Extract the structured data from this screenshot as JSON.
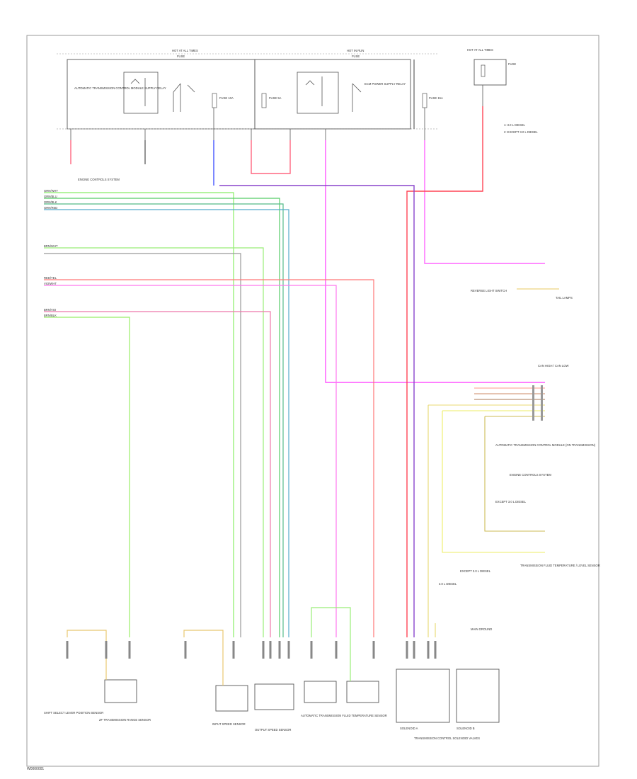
{
  "diagram": {
    "footer_code": "W0000001",
    "fuse_box_1": {
      "title": "HOT AT ALL TIMES",
      "subtitle": "FUSE"
    },
    "fuse_box_2": {
      "title": "HOT IN RUN",
      "subtitle": "FUSE"
    },
    "fuse_box_3": {
      "title": "HOT AT ALL TIMES",
      "subtitle": "FUSE"
    },
    "legend": [
      "1: 3.0 L DIESEL",
      "2: EXCEPT 3.0 L DIESEL"
    ],
    "top_labels": {
      "engine_controls": "ENGINE CONTROLS SYSTEM",
      "relay_a": "AUTOMATIC TRANSMISSION CONTROL MODULE SUPPLY RELAY",
      "relay_b": "ECM POWER SUPPLY RELAY",
      "fuse_a": "FUSE 10A",
      "fuse_b": "FUSE 5A",
      "fuse_c": "FUSE 15A"
    },
    "left_wires": [
      "GRN/WHT",
      "GRN/BLU",
      "GRN/BLK",
      "GRN/RED",
      "BRN/WHT",
      "RED/YEL",
      "VIO/WHT",
      "BRN/VIO",
      "BRN/BLK"
    ],
    "right_labels": {
      "tail_lamp": "TAIL LAMPS",
      "reverse_fuse": "REVERSE LIGHT SWITCH",
      "can_note": "CAN HIGH / CAN LOW",
      "module_note": "AUTOMATIC TRANSMISSION CONTROL MODULE (ON TRANSMISSION)",
      "engine_ctrl": "ENGINE CONTROLS SYSTEM",
      "except_note": "EXCEPT 3.0 L DIESEL",
      "level_sensor": "TRANSMISSION FLUID TEMPERATURE / LEVEL SENSOR",
      "diesel_note": "EXCEPT 3.0 L DIESEL",
      "diesel_note2": "3.0 L DIESEL",
      "ground_note": "MAIN GROUND"
    },
    "bottom_components": [
      "SHIFT SELECT LEVER POSITION SENSOR",
      "ZF TRANSMISSION RANGE SENSOR",
      "INPUT SPEED SENSOR",
      "OUTPUT SPEED SENSOR",
      "AUTOMATIC TRANSMISSION FLUID TEMPERATURE SENSOR",
      "SOLENOID A",
      "SOLENOID B",
      "TRANSMISSION CONTROL SOLENOID VALVES"
    ]
  }
}
